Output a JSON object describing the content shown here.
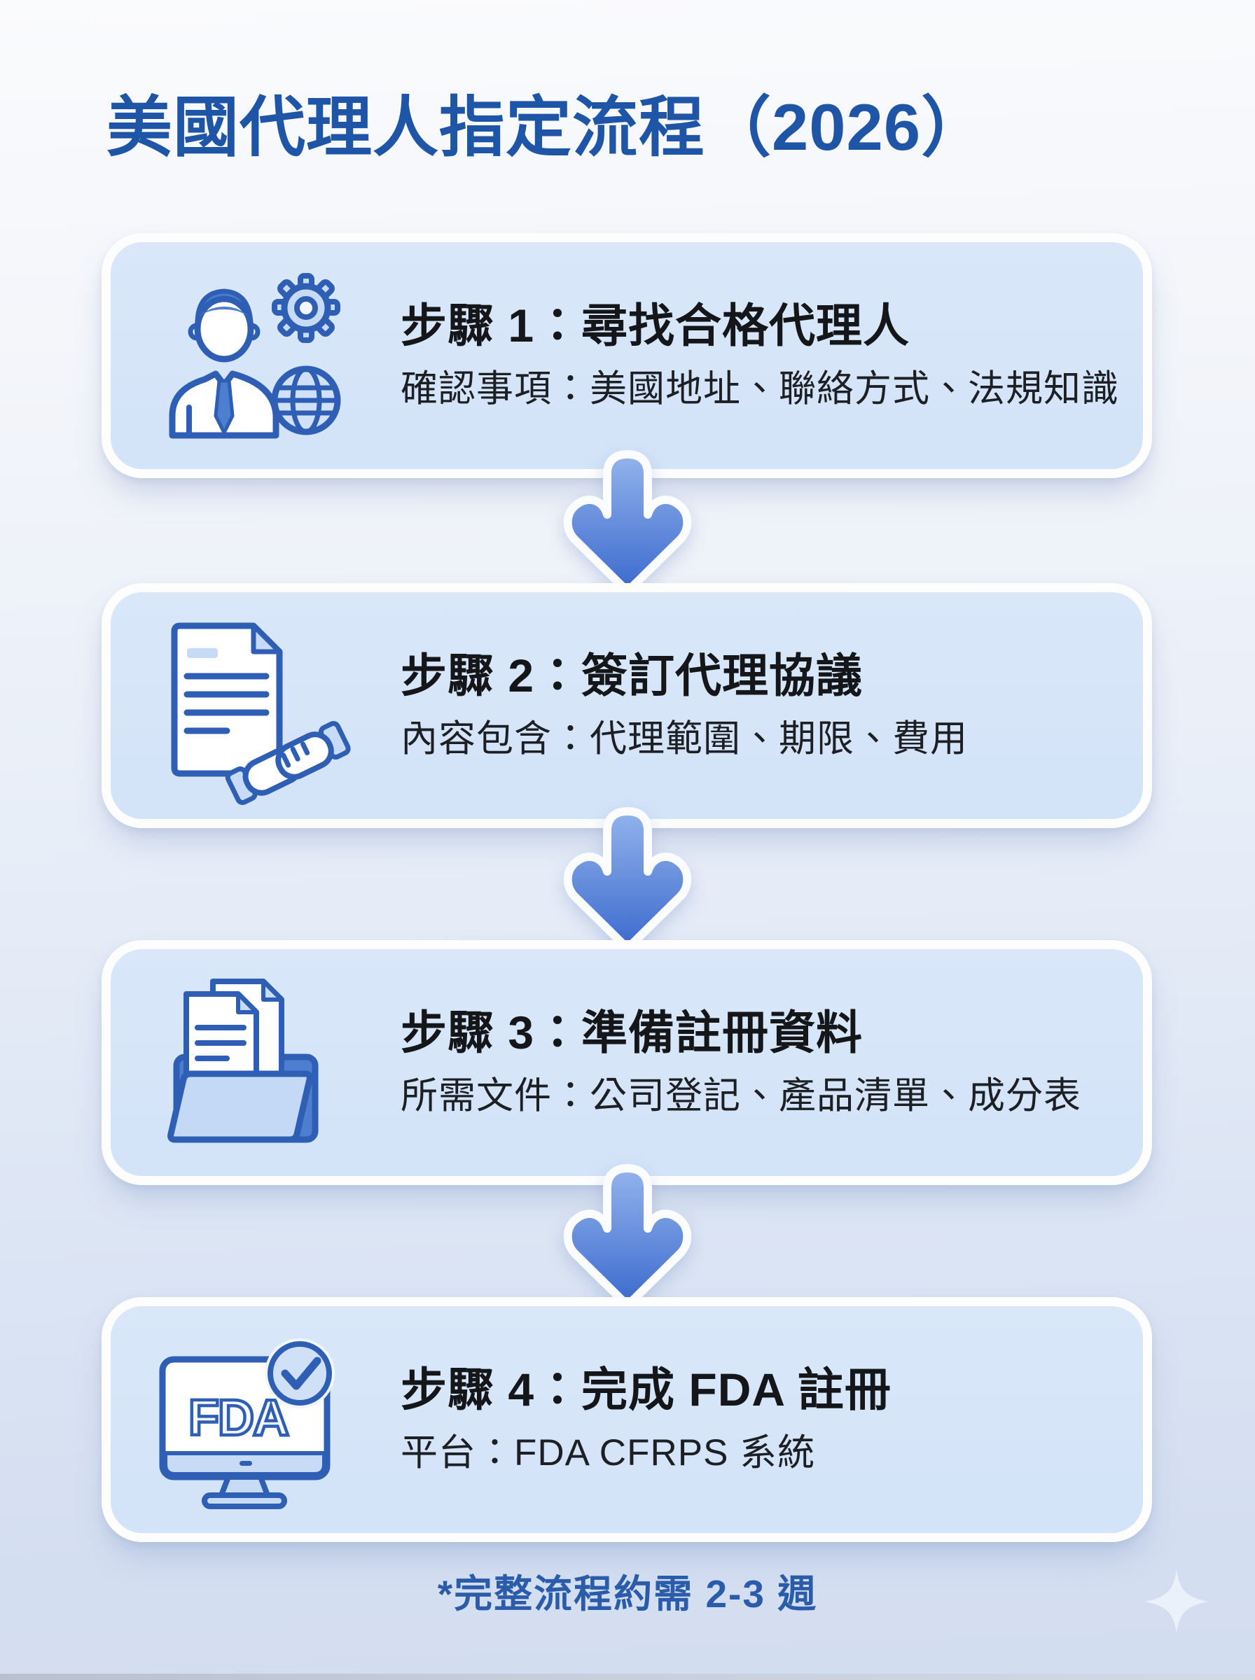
{
  "page": {
    "title": "美國代理人指定流程（2026）",
    "footer_note": "*完整流程約需 2-3 週"
  },
  "steps": [
    {
      "icon": "agent-person-gear-globe-icon",
      "title": "步驟 1：尋找合格代理人",
      "subtitle": "確認事項：美國地址、聯絡方式、法規知識"
    },
    {
      "icon": "contract-handshake-icon",
      "title": "步驟 2：簽訂代理協議",
      "subtitle": "內容包含：代理範圍、期限、費用"
    },
    {
      "icon": "folder-documents-icon",
      "title": "步驟 3：準備註冊資料",
      "subtitle": "所需文件：公司登記、產品清單、成分表"
    },
    {
      "icon": "fda-monitor-check-icon",
      "title": "步驟 4：完成 FDA 註冊",
      "subtitle": "平台：FDA CFRPS 系統",
      "icon_screen_text": "FDA"
    }
  ],
  "colors": {
    "page_title": "#1e55a6",
    "card_background": "#d6e5f8",
    "card_border": "#fdfdfe",
    "step_title_text": "#141619",
    "step_subtitle_text": "#1c1f23",
    "arrow_gradient_top": "#93b3ec",
    "arrow_gradient_bottom": "#3b6ace",
    "icon_stroke_blue": "#2e5fb4",
    "icon_fill_light_blue": "#c8dbf6",
    "icon_fill_mid_blue": "#4e7ecf",
    "footer_text": "#2b5ca9"
  }
}
